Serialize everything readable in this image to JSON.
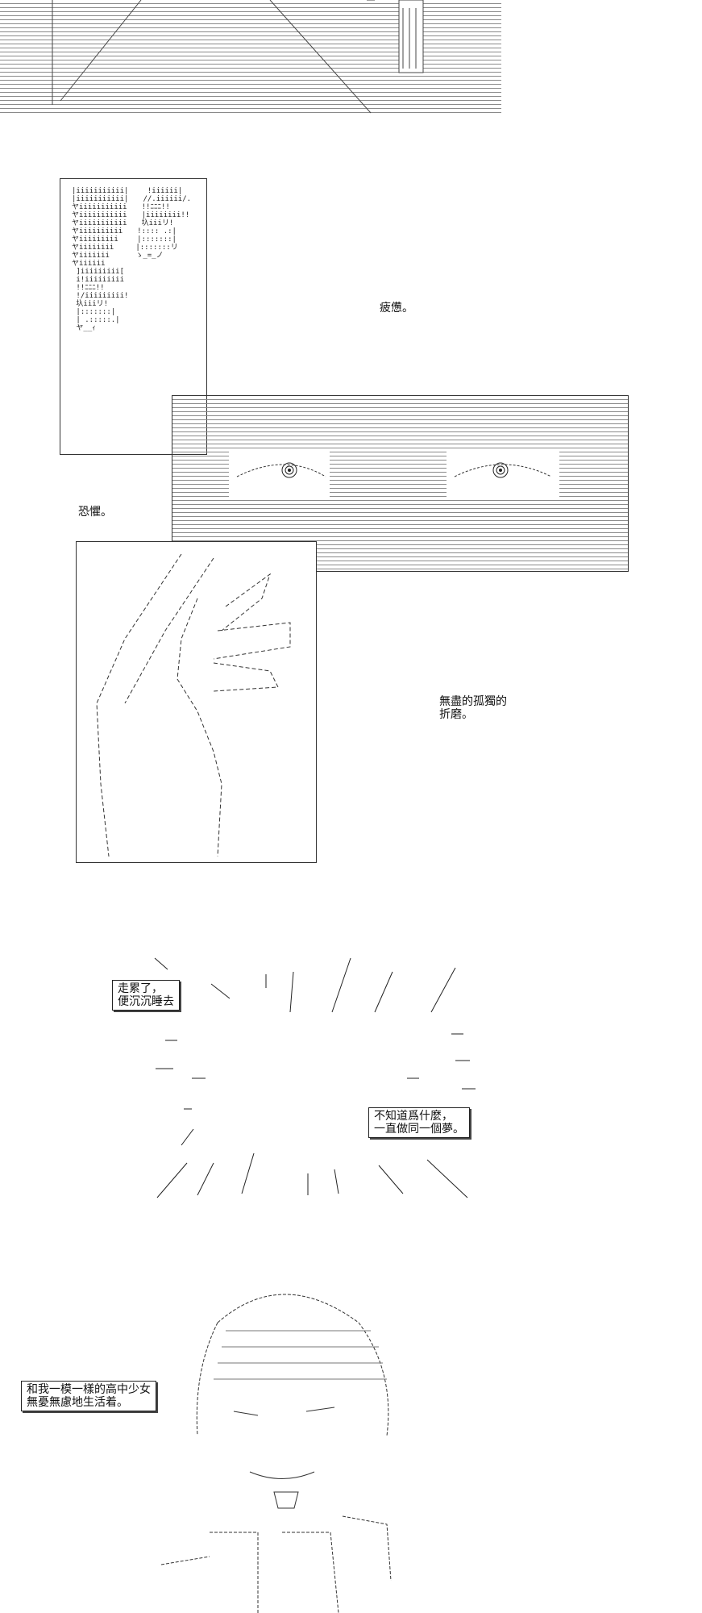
{
  "captions": {
    "fatigue": "疲憊。",
    "fear": "恐懼。",
    "torment": "無盡的孤獨的\n折磨。",
    "sleep": "走累了，\n便沉沉睡去",
    "dream": "不知道爲什麼，\n一直做同一個夢。",
    "girl": "和我一模一樣的高中少女\n無憂無慮地生活着。"
  },
  "colors": {
    "ink": "#111111",
    "hatch": "#8a8a8a",
    "background": "#ffffff"
  }
}
